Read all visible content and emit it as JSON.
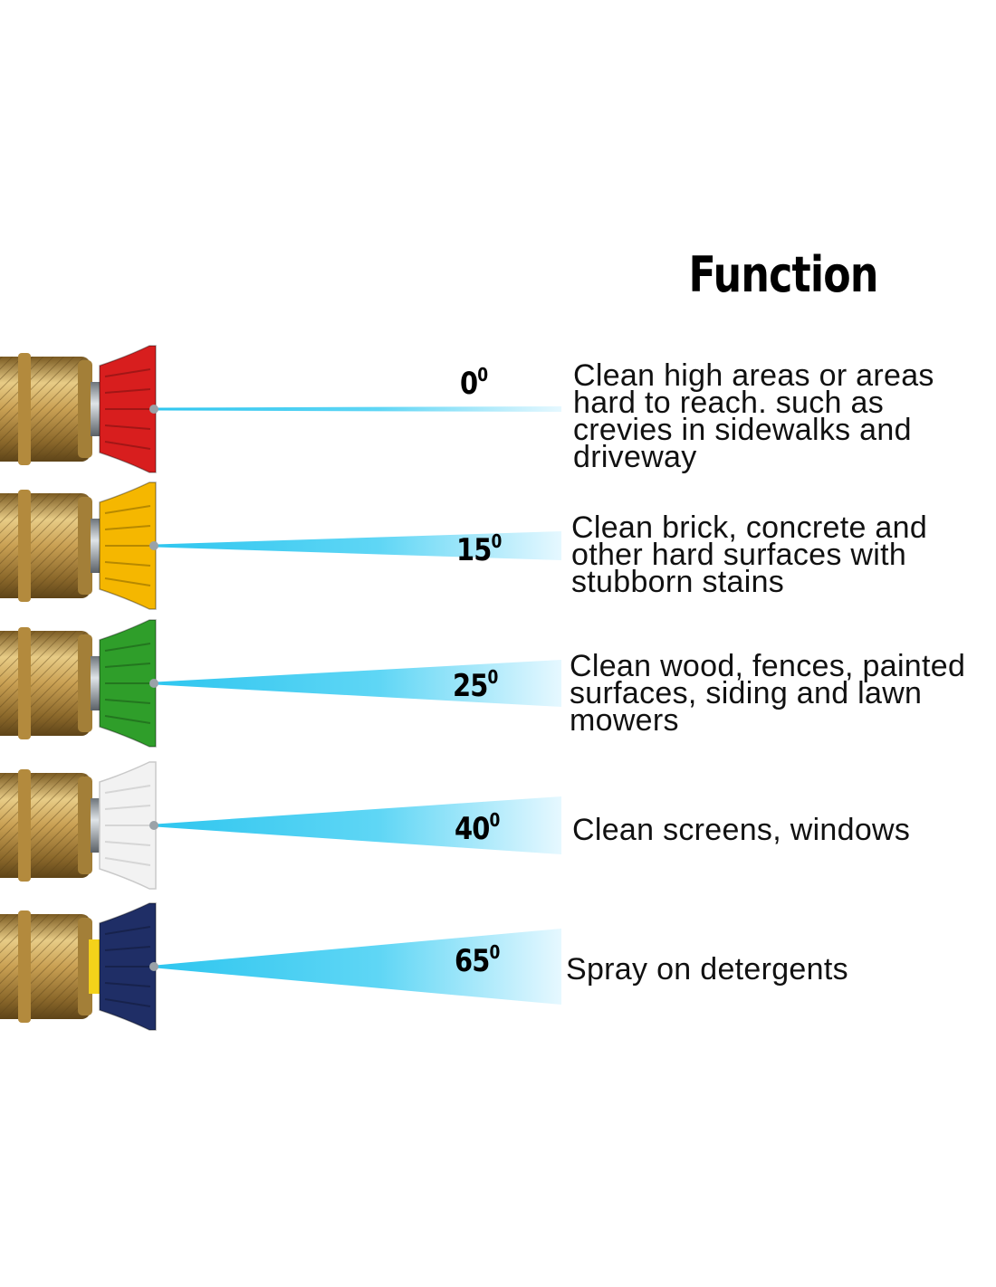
{
  "title": "Function",
  "nozzles": [
    {
      "angle": "0",
      "degree_symbol": "0",
      "tip_color": "red",
      "tip_hex": "#d81e1e",
      "description_lines": [
        "Clean high areas or areas",
        "hard to reach. such as",
        "crevies in sidewalks and",
        "driveway"
      ]
    },
    {
      "angle": "15",
      "degree_symbol": "0",
      "tip_color": "yellow",
      "tip_hex": "#f5b700",
      "description_lines": [
        "Clean brick, concrete and",
        "other hard surfaces with",
        "stubborn stains"
      ]
    },
    {
      "angle": "25",
      "degree_symbol": "0",
      "tip_color": "green",
      "tip_hex": "#2f9e2a",
      "description_lines": [
        "Clean wood, fences, painted",
        "surfaces, siding and lawn",
        "mowers"
      ]
    },
    {
      "angle": "40",
      "degree_symbol": "0",
      "tip_color": "white",
      "tip_hex": "#f2f2f2",
      "description_lines": [
        "Clean screens, windows"
      ]
    },
    {
      "angle": "65",
      "degree_symbol": "0",
      "tip_color": "navy",
      "tip_hex": "#1f2e66",
      "description_lines": [
        "Spray on detergents"
      ]
    }
  ],
  "colors": {
    "spray_light": "#e6f8ff",
    "spray_dark": "#2fc6ef",
    "brass": "#c9a053",
    "text": "#111111"
  }
}
